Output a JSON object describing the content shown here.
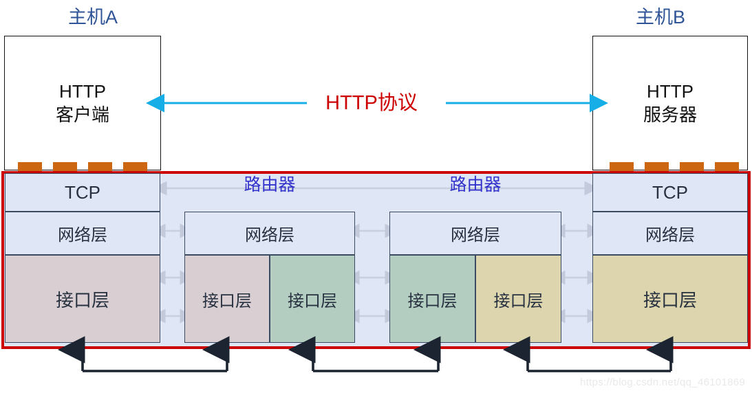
{
  "diagram": {
    "title_left": "主机A",
    "title_right": "主机B",
    "protocol_label": "HTTP协议",
    "watermark": "https://blog.csdn.net/qq_46101869",
    "hosts": [
      {
        "id": "host-a",
        "title": "主机A",
        "app_line1": "HTTP",
        "app_line2": "客户端",
        "layers": [
          {
            "name": "TCP",
            "label": "TCP",
            "color": "#dfe6f5"
          },
          {
            "name": "network",
            "label": "网络层",
            "color": "#dfe6f5"
          },
          {
            "name": "interface",
            "label": "接口层",
            "color": "#d9cfd3"
          }
        ]
      },
      {
        "id": "host-b",
        "title": "主机B",
        "app_line1": "HTTP",
        "app_line2": "服务器",
        "layers": [
          {
            "name": "TCP",
            "label": "TCP",
            "color": "#dfe6f5"
          },
          {
            "name": "network",
            "label": "网络层",
            "color": "#dfe6f5"
          },
          {
            "name": "interface",
            "label": "接口层",
            "color": "#dcd5ae"
          }
        ]
      }
    ],
    "routers": [
      {
        "id": "router-1",
        "label": "路由器",
        "network_label": "网络层",
        "interfaces": [
          {
            "label": "接口层",
            "color": "#d9cfd3"
          },
          {
            "label": "接口层",
            "color": "#b3cdc1"
          }
        ]
      },
      {
        "id": "router-2",
        "label": "路由器",
        "network_label": "网络层",
        "interfaces": [
          {
            "label": "接口层",
            "color": "#b3cdc1"
          },
          {
            "label": "接口层",
            "color": "#dcd5ae"
          }
        ]
      }
    ],
    "colors": {
      "frame_red": "#cc0000",
      "layer_blue": "#dfe6f5",
      "iface_mauve": "#d9cfd3",
      "iface_green": "#b3cdc1",
      "iface_tan": "#dcd5ae",
      "arrow_cyan": "#17aee8",
      "protocol_red": "#cc0000",
      "title_blue": "#2f5597",
      "router_blue": "#3333cc",
      "tab_orange": "#cc6611",
      "peer_arrow_gray": "#c8cfdd"
    }
  }
}
